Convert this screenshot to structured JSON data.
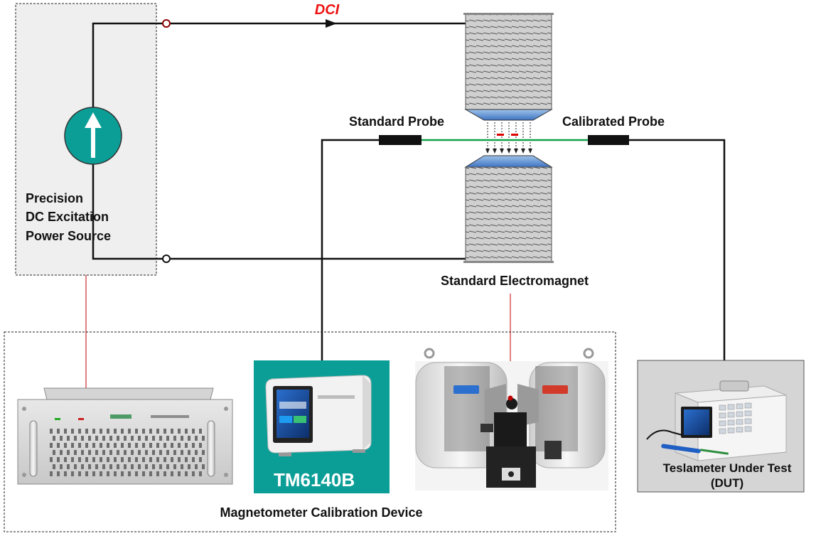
{
  "labels": {
    "dci": "DCI",
    "power_source": [
      "Precision",
      "DC Excitation",
      "Power Source"
    ],
    "standard_probe": "Standard Probe",
    "calibrated_probe": "Calibrated Probe",
    "standard_electromagnet": "Standard Electromagnet",
    "tm6140b": "TM6140B",
    "calibration_device": "Magnetometer Calibration Device",
    "teslameter": [
      "Teslameter Under Test",
      "(DUT)"
    ]
  },
  "colors": {
    "current_label": "#ee1111",
    "source_circle": "#0b9e97",
    "tm6140b_panel": "#0b9e97",
    "probe_line": "#12a14a",
    "link_lines": "#c00000",
    "pole_face": "#4f84cc"
  },
  "icons": {
    "current_source": "upward-arrow-in-circle",
    "current_direction": "right-arrow"
  }
}
